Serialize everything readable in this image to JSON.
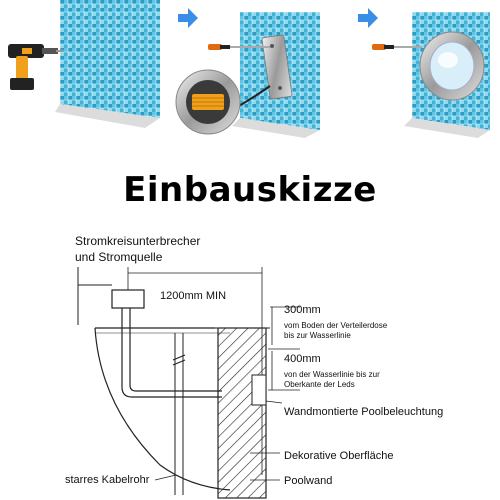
{
  "title": "Einbauskizze",
  "steps": [
    {
      "icon": "drill-icon"
    },
    {
      "icon": "screwdriver-mounting-plate-icon"
    },
    {
      "icon": "installed-pool-light-icon"
    }
  ],
  "step_arrow_icon": "arrow-right-icon",
  "colors": {
    "tile": "#3fb4d8",
    "tile_light": "#8fd9ef",
    "arrow": "#3a8ee6",
    "drill_body": "#222222",
    "drill_accent": "#f0a01a"
  },
  "diagram": {
    "breaker_label": [
      "Stromkreisunterbrecher",
      "und Stromquelle"
    ],
    "distance_label": "1200mm MIN",
    "dim_300": {
      "value": "300mm",
      "desc": [
        "vom Boden der Verteilerdose",
        "bis zur Wasserlinie"
      ]
    },
    "dim_400": {
      "value": "400mm",
      "desc": [
        "von der Wasserlinie bis zur",
        "Oberkante der Leds"
      ]
    },
    "light_label": "Wandmontierte Poolbeleuchtung",
    "surface_label": "Dekorative Oberfläche",
    "wall_label": "Poolwand",
    "conduit_label": "starres Kabelrohr"
  }
}
